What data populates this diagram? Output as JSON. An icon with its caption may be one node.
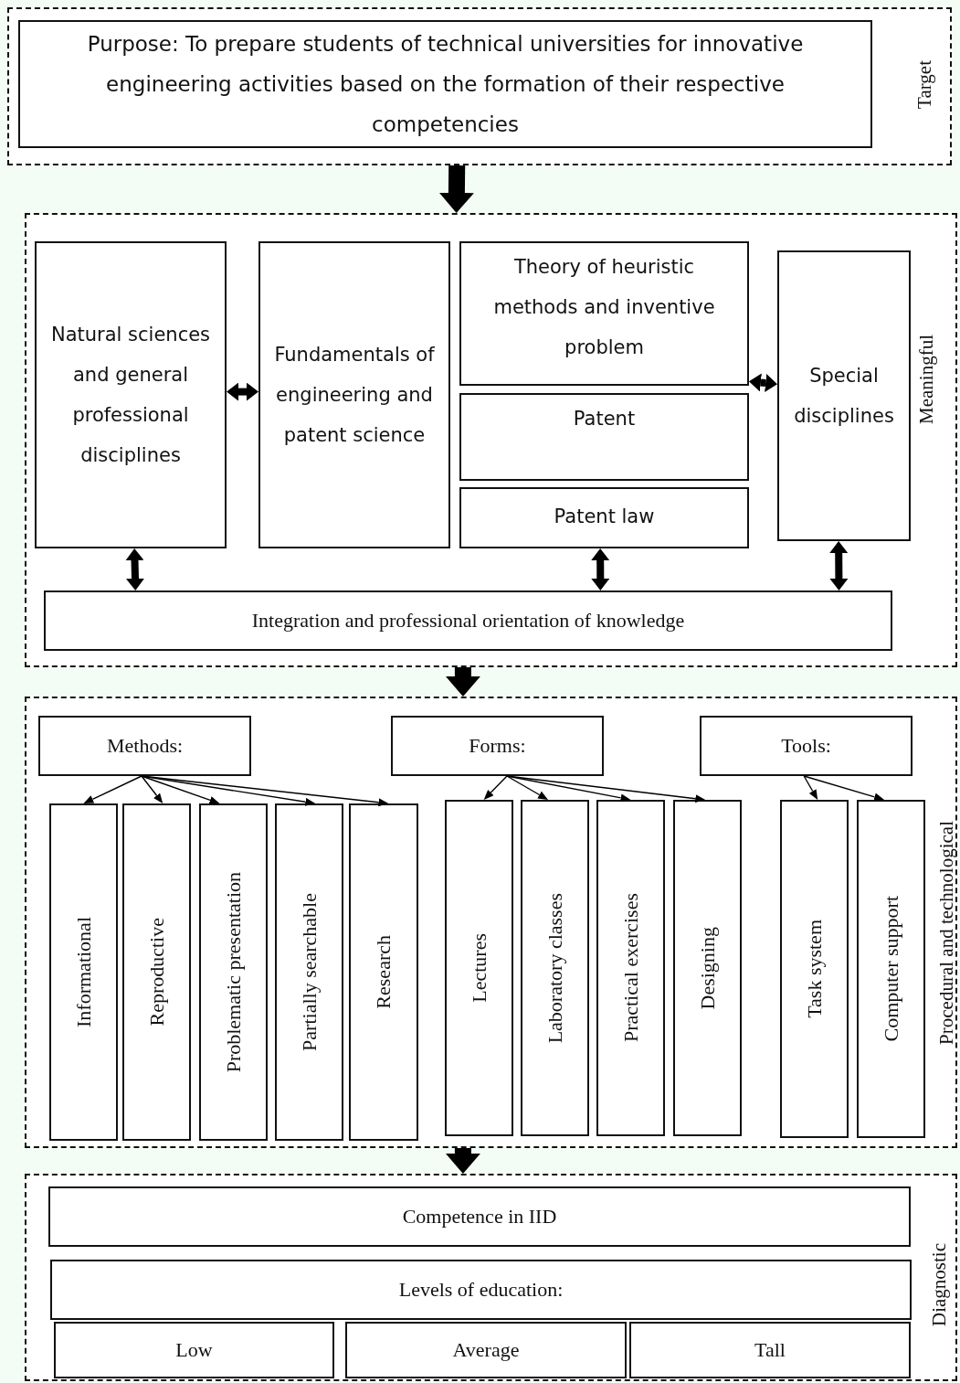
{
  "diagram": {
    "nodes": [
      {
        "text": [
          "Target"
        ]
      },
      {
        "text": [
          "Purpose: To prepare students of technical universities for innovative engineering activities based on the formation of their respective competencies"
        ],
        "in": 0
      },
      {
        "text": [
          "Meaningful"
        ]
      },
      {
        "text": [
          "Natural sciences and general professional disciplines"
        ],
        "in": 2
      },
      {
        "text": [
          "Fundamentals of engineering and patent science"
        ],
        "in": 2
      },
      {
        "text": [
          "Theory of heuristic methods and inventive problem"
        ],
        "in": 2
      },
      {
        "text": [
          "Patent"
        ],
        "in": 2
      },
      {
        "text": [
          "Patent law"
        ],
        "in": 2
      },
      {
        "text": [
          "Special disciplines"
        ],
        "in": 2
      },
      {
        "text": [
          "Integration and professional orientation of knowledge"
        ],
        "in": 2
      },
      {
        "text": [
          "Procedural and technological"
        ]
      },
      {
        "text": [
          "Methods:"
        ],
        "in": 10
      },
      {
        "text": [
          "Informational"
        ],
        "in": 10
      },
      {
        "text": [
          "Reproductive"
        ],
        "in": 10
      },
      {
        "text": [
          "Problematic presentation"
        ],
        "in": 10
      },
      {
        "text": [
          "Partially searchable"
        ],
        "in": 10
      },
      {
        "text": [
          "Research"
        ],
        "in": 10
      },
      {
        "text": [
          "Forms:"
        ],
        "in": 10
      },
      {
        "text": [
          "Lectures"
        ],
        "in": 10
      },
      {
        "text": [
          "Laboratory classes"
        ],
        "in": 10
      },
      {
        "text": [
          "Practical exercises"
        ],
        "in": 10
      },
      {
        "text": [
          "Designing"
        ],
        "in": 10
      },
      {
        "text": [
          "Tools:"
        ],
        "in": 10
      },
      {
        "text": [
          "Task system"
        ],
        "in": 10
      },
      {
        "text": [
          "Computer support"
        ],
        "in": 10
      },
      {
        "text": [
          "Diagnostic"
        ]
      },
      {
        "text": [
          "Competence in IID"
        ],
        "in": 25
      },
      {
        "text": [
          "Levels of education:"
        ],
        "in": 25
      },
      {
        "text": [
          "Low"
        ],
        "in": 25
      },
      {
        "text": [
          "Average"
        ],
        "in": 25
      },
      {
        "text": [
          "Tall"
        ],
        "in": 25
      }
    ],
    "edges": [
      {
        "from": 0,
        "to": 2,
        "arrow": "to",
        "style": "thick"
      },
      {
        "from": 3,
        "to": 4,
        "arrow": "both",
        "style": "thick"
      },
      {
        "from": 5,
        "to": 8,
        "arrow": "both",
        "style": "thick"
      },
      {
        "from": 3,
        "to": 9,
        "arrow": "both",
        "style": "thick"
      },
      {
        "from": 7,
        "to": 9,
        "arrow": "both",
        "style": "thick"
      },
      {
        "from": 8,
        "to": 9,
        "arrow": "both",
        "style": "thick"
      },
      {
        "from": 2,
        "to": 10,
        "arrow": "to",
        "style": "thick"
      },
      {
        "from": 10,
        "to": 25,
        "arrow": "to",
        "style": "thick"
      },
      {
        "from": 11,
        "to": 12,
        "arrow": "to"
      },
      {
        "from": 11,
        "to": 13,
        "arrow": "to"
      },
      {
        "from": 11,
        "to": 14,
        "arrow": "to"
      },
      {
        "from": 11,
        "to": 15,
        "arrow": "to"
      },
      {
        "from": 11,
        "to": 16,
        "arrow": "to"
      },
      {
        "from": 17,
        "to": 18,
        "arrow": "to"
      },
      {
        "from": 17,
        "to": 19,
        "arrow": "to"
      },
      {
        "from": 17,
        "to": 20,
        "arrow": "to"
      },
      {
        "from": 17,
        "to": 21,
        "arrow": "to"
      },
      {
        "from": 22,
        "to": 23,
        "arrow": "to"
      },
      {
        "from": 22,
        "to": 24,
        "arrow": "to"
      }
    ]
  }
}
